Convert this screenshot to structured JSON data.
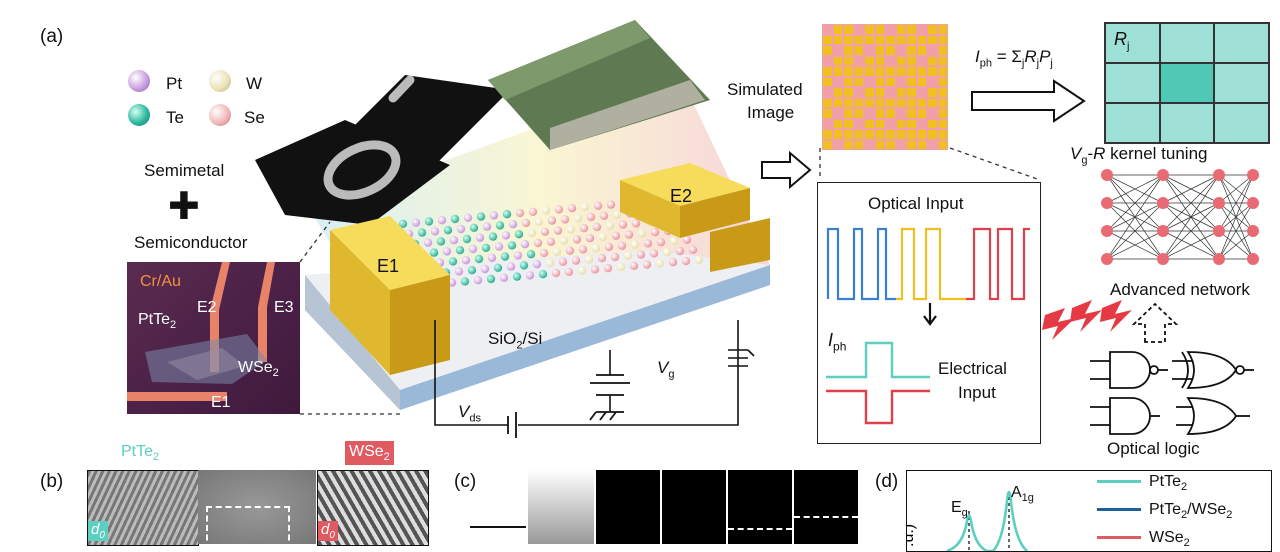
{
  "panels": {
    "a": "(a)",
    "b": "(b)",
    "c": "(c)",
    "d": "(d)"
  },
  "legend": {
    "pt": "Pt",
    "w": "W",
    "te": "Te",
    "se": "Se"
  },
  "heterostructure": {
    "semimetal": "Semimetal",
    "plus": "✚",
    "semiconductor": "Semiconductor"
  },
  "micrograph": {
    "cr_au": "Cr/Au",
    "pt_te2": "PtTe",
    "pt_te2_sub": "2",
    "e1": "E1",
    "e2": "E2",
    "e3": "E3",
    "wse2": "WSe",
    "wse2_sub": "2"
  },
  "device": {
    "e1": "E1",
    "e2": "E2",
    "substrate": "SiO",
    "substrate_sub": "2",
    "substrate_tail": "/Si",
    "vg": "V",
    "vg_sub": "g",
    "vds": "V",
    "vds_sub": "ds"
  },
  "simulated": {
    "label_line1": "Simulated",
    "label_line2": "Image"
  },
  "formula": {
    "i": "I",
    "i_sub": "ph",
    "eq": " = Σ",
    "j1": "j",
    "r": "R",
    "j2": "j",
    "p": "P",
    "j3": "j"
  },
  "kernel": {
    "r": "R",
    "r_sub": "j",
    "tuning_v": "V",
    "tuning_sub": "g",
    "tuning_dash": "-",
    "tuning_r": "R",
    "tuning_tail": " kernel tuning"
  },
  "optical_box": {
    "optical_input": "Optical Input",
    "iph": "I",
    "iph_sub": "ph",
    "electrical_line1": "Electrical",
    "electrical_line2": "Input"
  },
  "network": {
    "label": "Advanced network"
  },
  "logic": {
    "label": "Optical logic"
  },
  "panel_b": {
    "pt_te2": "PtTe",
    "pt_te2_sub": "2",
    "wse2": "WSe",
    "wse2_sub": "2",
    "d0": "d",
    "d0_sub": "0"
  },
  "panel_d": {
    "eg": "E",
    "eg_sub": "g",
    "a1g": "A",
    "a1g_sub": "1g",
    "legend": [
      {
        "name": "PtTe",
        "sub": "2",
        "color": "#5ccfc0"
      },
      {
        "name": "PtTe",
        "sub": "2",
        "tail": "/WSe",
        "sub2": "2",
        "color": "#1f5f9a"
      },
      {
        "name": "WSe",
        "sub": "2",
        "color": "#e05a62"
      }
    ]
  },
  "colors": {
    "gold": "#e8c43a",
    "teal": "#5ccfc0",
    "blue": "#3b7fd1",
    "yellow": "#f0c020",
    "red": "#e0404a",
    "pink": "#f2a0a8",
    "kernel": "#8fdccf"
  }
}
